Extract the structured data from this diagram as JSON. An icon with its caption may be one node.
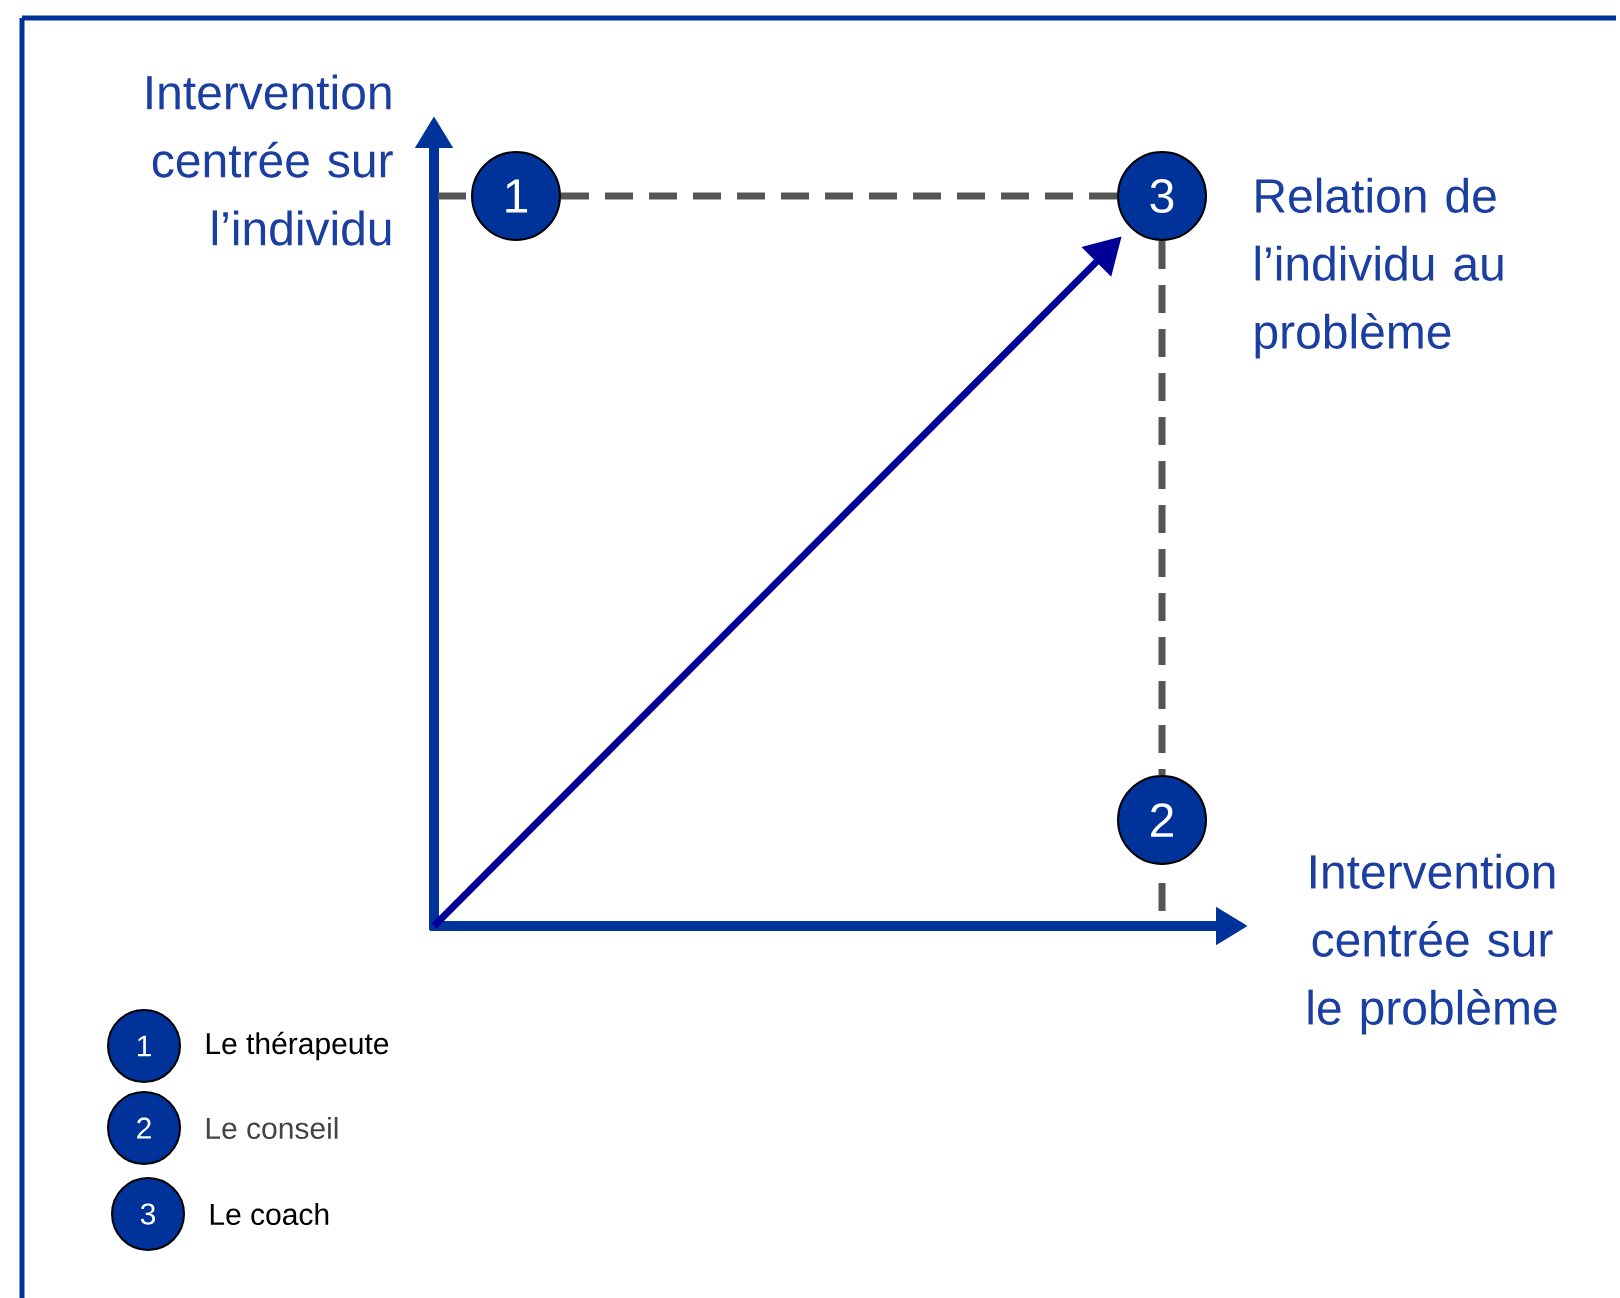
{
  "diagram": {
    "nodes": [
      {
        "text": [
          "1"
        ]
      },
      {
        "text": [
          "3"
        ]
      },
      {
        "text": [
          "2"
        ]
      },
      {
        "text": [
          "1"
        ],
        "beside": [
          "Le thérapeute"
        ]
      },
      {
        "text": [
          "2"
        ],
        "beside": [
          "Le conseil"
        ]
      },
      {
        "text": [
          "3"
        ],
        "beside": [
          "Le coach"
        ]
      }
    ],
    "edges": [
      {
        "from": null,
        "to": 1,
        "arrow": "to",
        "color": "#000099"
      },
      {
        "from": 0,
        "to": 1,
        "arrow": "none",
        "style": "dashed",
        "color": "#555555"
      },
      {
        "from": 1,
        "to": 2,
        "arrow": "none",
        "style": "dashed",
        "color": "#555555"
      }
    ],
    "labels": [
      "Intervention centrée sur l’individu",
      "Relation de l’individu au problème",
      "Intervention centrée sur le problème"
    ]
  }
}
